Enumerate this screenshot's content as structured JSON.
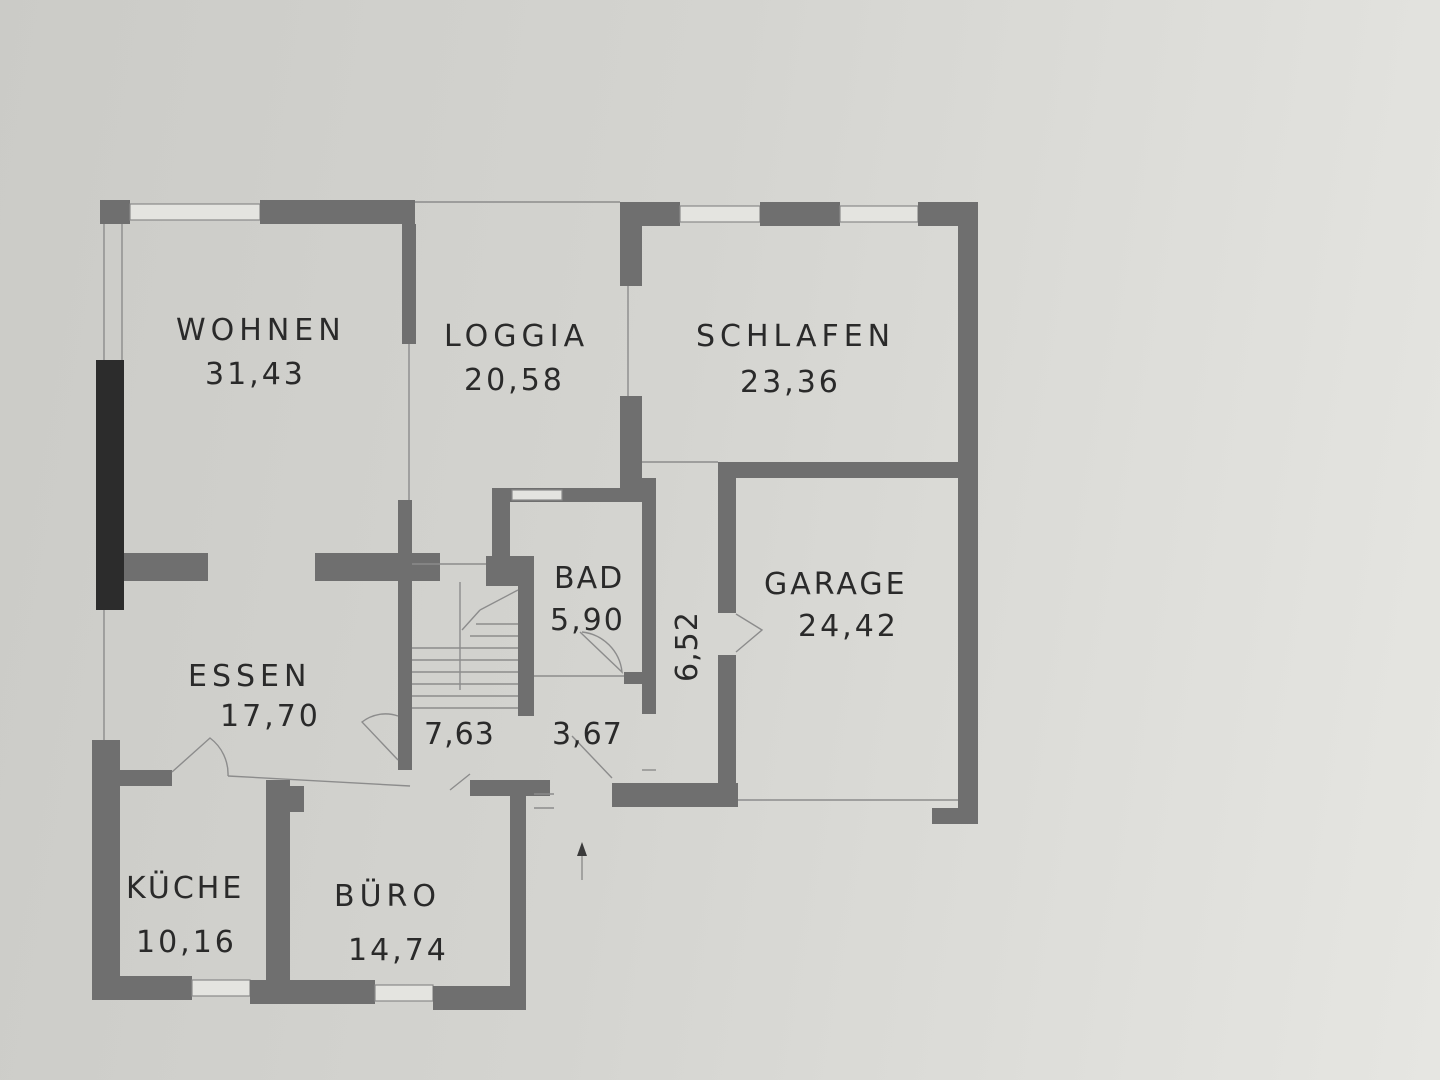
{
  "rooms": [
    {
      "name": "WOHNEN",
      "area": "31,43"
    },
    {
      "name": "LOGGIA",
      "area": "20,58"
    },
    {
      "name": "SCHLAFEN",
      "area": "23,36"
    },
    {
      "name": "ESSEN",
      "area": "17,70"
    },
    {
      "name": "BAD",
      "area": "5,90"
    },
    {
      "name": "GARAGE",
      "area": "24,42"
    },
    {
      "name": "KÜCHE",
      "area": "10,16"
    },
    {
      "name": "BÜRO",
      "area": "14,74"
    }
  ],
  "unlabeled_areas": {
    "stair_hall": "7,63",
    "entry": "3,67",
    "corridor": "6,52"
  }
}
